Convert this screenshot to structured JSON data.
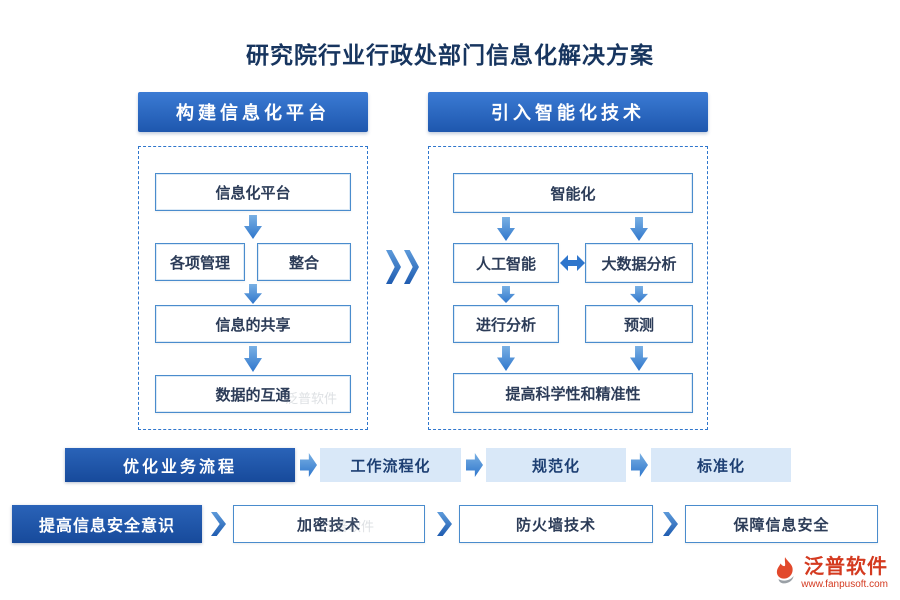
{
  "title": "研究院行业行政处部门信息化解决方案",
  "left_section": {
    "header": "构建信息化平台",
    "nodes": {
      "platform": "信息化平台",
      "management": "各项管理",
      "integration": "整合",
      "sharing": "信息的共享",
      "interop": "数据的互通"
    }
  },
  "right_section": {
    "header": "引入智能化技术",
    "nodes": {
      "intelligent": "智能化",
      "ai": "人工智能",
      "bigdata": "大数据分析",
      "analyze": "进行分析",
      "predict": "预测",
      "improve": "提高科学性和精准性"
    }
  },
  "process_row": {
    "lead": "优化业务流程",
    "steps": [
      "工作流程化",
      "规范化",
      "标准化"
    ]
  },
  "security_row": {
    "lead": "提高信息安全意识",
    "steps": [
      "加密技术",
      "防火墙技术",
      "保障信息安全"
    ]
  },
  "watermark_text": "泛普软件",
  "brand": {
    "name": "泛普软件",
    "url": "www.fanpusoft.com"
  },
  "icons": {
    "down_arrow": "▼",
    "right_arrow": "▶",
    "left_right_arrow": "↔",
    "double_chevron": "»",
    "chevron_right": "❯"
  },
  "colors": {
    "header_blue": "#2263c3",
    "accent_blue": "#2f76cc",
    "light_blue_bg": "#d9e8f8",
    "dark_lead_blue": "#1d55a7",
    "border_blue": "#4a8ccd",
    "title_navy": "#17355f",
    "brand_red": "#d43a20"
  }
}
